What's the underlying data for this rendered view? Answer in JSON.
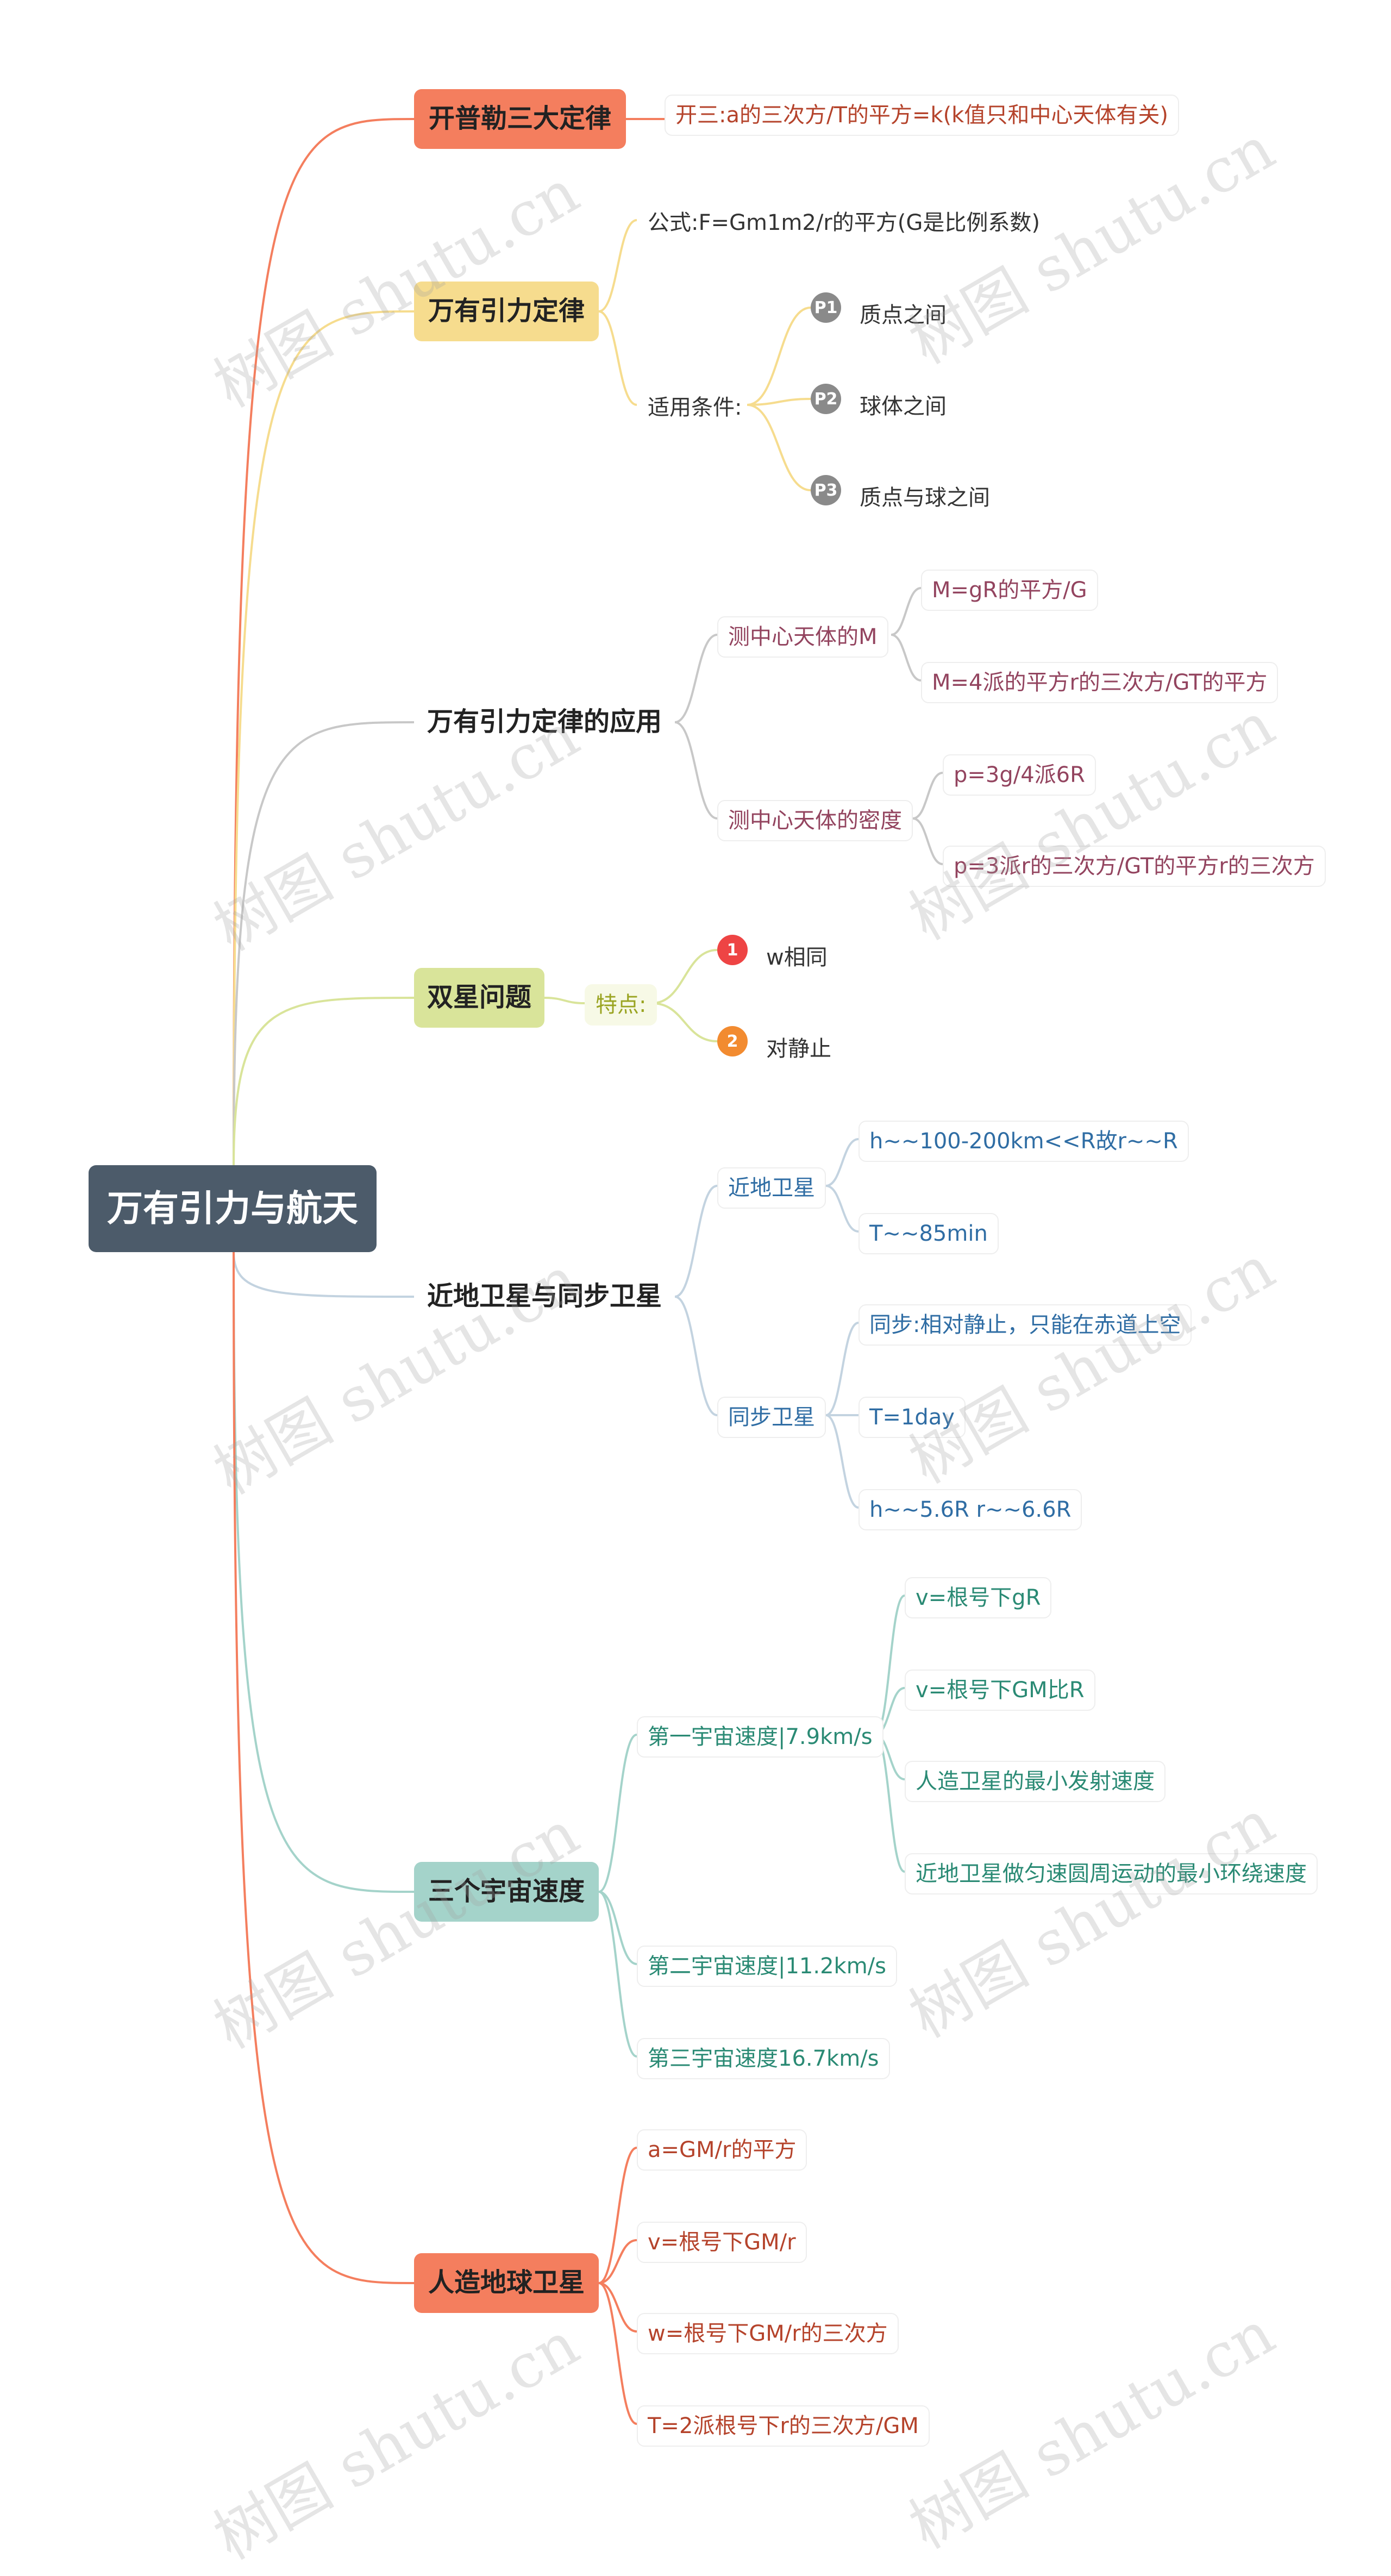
{
  "root": "万有引力与航天",
  "branches": {
    "kepler": {
      "title": "开普勒三大定律",
      "items": [
        "开三:a的三次方/T的平方=k(k值只和中心天体有关)"
      ]
    },
    "gravity": {
      "title": "万有引力定律",
      "formula": "公式:F=Gm1m2/r的平方(G是比例系数)",
      "condition": "适用条件:",
      "points": [
        {
          "badge": "P1",
          "text": "质点之间"
        },
        {
          "badge": "P2",
          "text": "球体之间"
        },
        {
          "badge": "P3",
          "text": "质点与球之间"
        }
      ]
    },
    "application": {
      "title": "万有引力定律的应用",
      "mass": {
        "label": "测中心天体的M",
        "items": [
          "M=gR的平方/G",
          "M=4派的平方r的三次方/GT的平方"
        ]
      },
      "density": {
        "label": "测中心天体的密度",
        "items": [
          "p=3g/4派6R",
          "p=3派r的三次方/GT的平方r的三次方"
        ]
      }
    },
    "binary": {
      "title": "双星问题",
      "feature": "特点:",
      "items": [
        {
          "badge": "1",
          "text": "w相同"
        },
        {
          "badge": "2",
          "text": "对静止"
        }
      ]
    },
    "satellites": {
      "title": "近地卫星与同步卫星",
      "near": {
        "label": "近地卫星",
        "items": [
          "h~~100-200km<<R故r~~R",
          "T~~85min"
        ]
      },
      "sync": {
        "label": "同步卫星",
        "items": [
          "同步:相对静止，只能在赤道上空",
          "T=1day",
          "h~~5.6R  r~~6.6R"
        ]
      }
    },
    "cosmic": {
      "title": "三个宇宙速度",
      "first": {
        "label": "第一宇宙速度|7.9km/s",
        "items": [
          "v=根号下gR",
          "v=根号下GM比R",
          "人造卫星的最小发射速度",
          "近地卫星做匀速圆周运动的最小环绕速度"
        ]
      },
      "second": "第二宇宙速度|11.2km/s",
      "third": "第三宇宙速度16.7km/s"
    },
    "artificial": {
      "title": "人造地球卫星",
      "items": [
        "a=GM/r的平方",
        "v=根号下GM/r",
        "w=根号下GM/r的三次方",
        "T=2派根号下r的三次方/GM"
      ]
    }
  },
  "watermark": "树图 shutu.cn",
  "colors": {
    "root": "#4c5b6a",
    "kepler": "#f47e5e",
    "gravity": "#f6dc8e",
    "application": "#c8c8c8",
    "binary": "#d9e49a",
    "satellites": "#c3d3e0",
    "cosmic": "#a4d3ca",
    "artificial": "#f47e5e",
    "kepler_text": "#b5432b",
    "application_text": "#93445f",
    "binary_text": "#9aa421",
    "satellites_text": "#2f6da4",
    "cosmic_text": "#2a8a74",
    "artificial_text": "#b5432b",
    "badge_gray": "#8a8a8a",
    "badge_red": "#ee4444",
    "badge_orange": "#f28b30"
  }
}
